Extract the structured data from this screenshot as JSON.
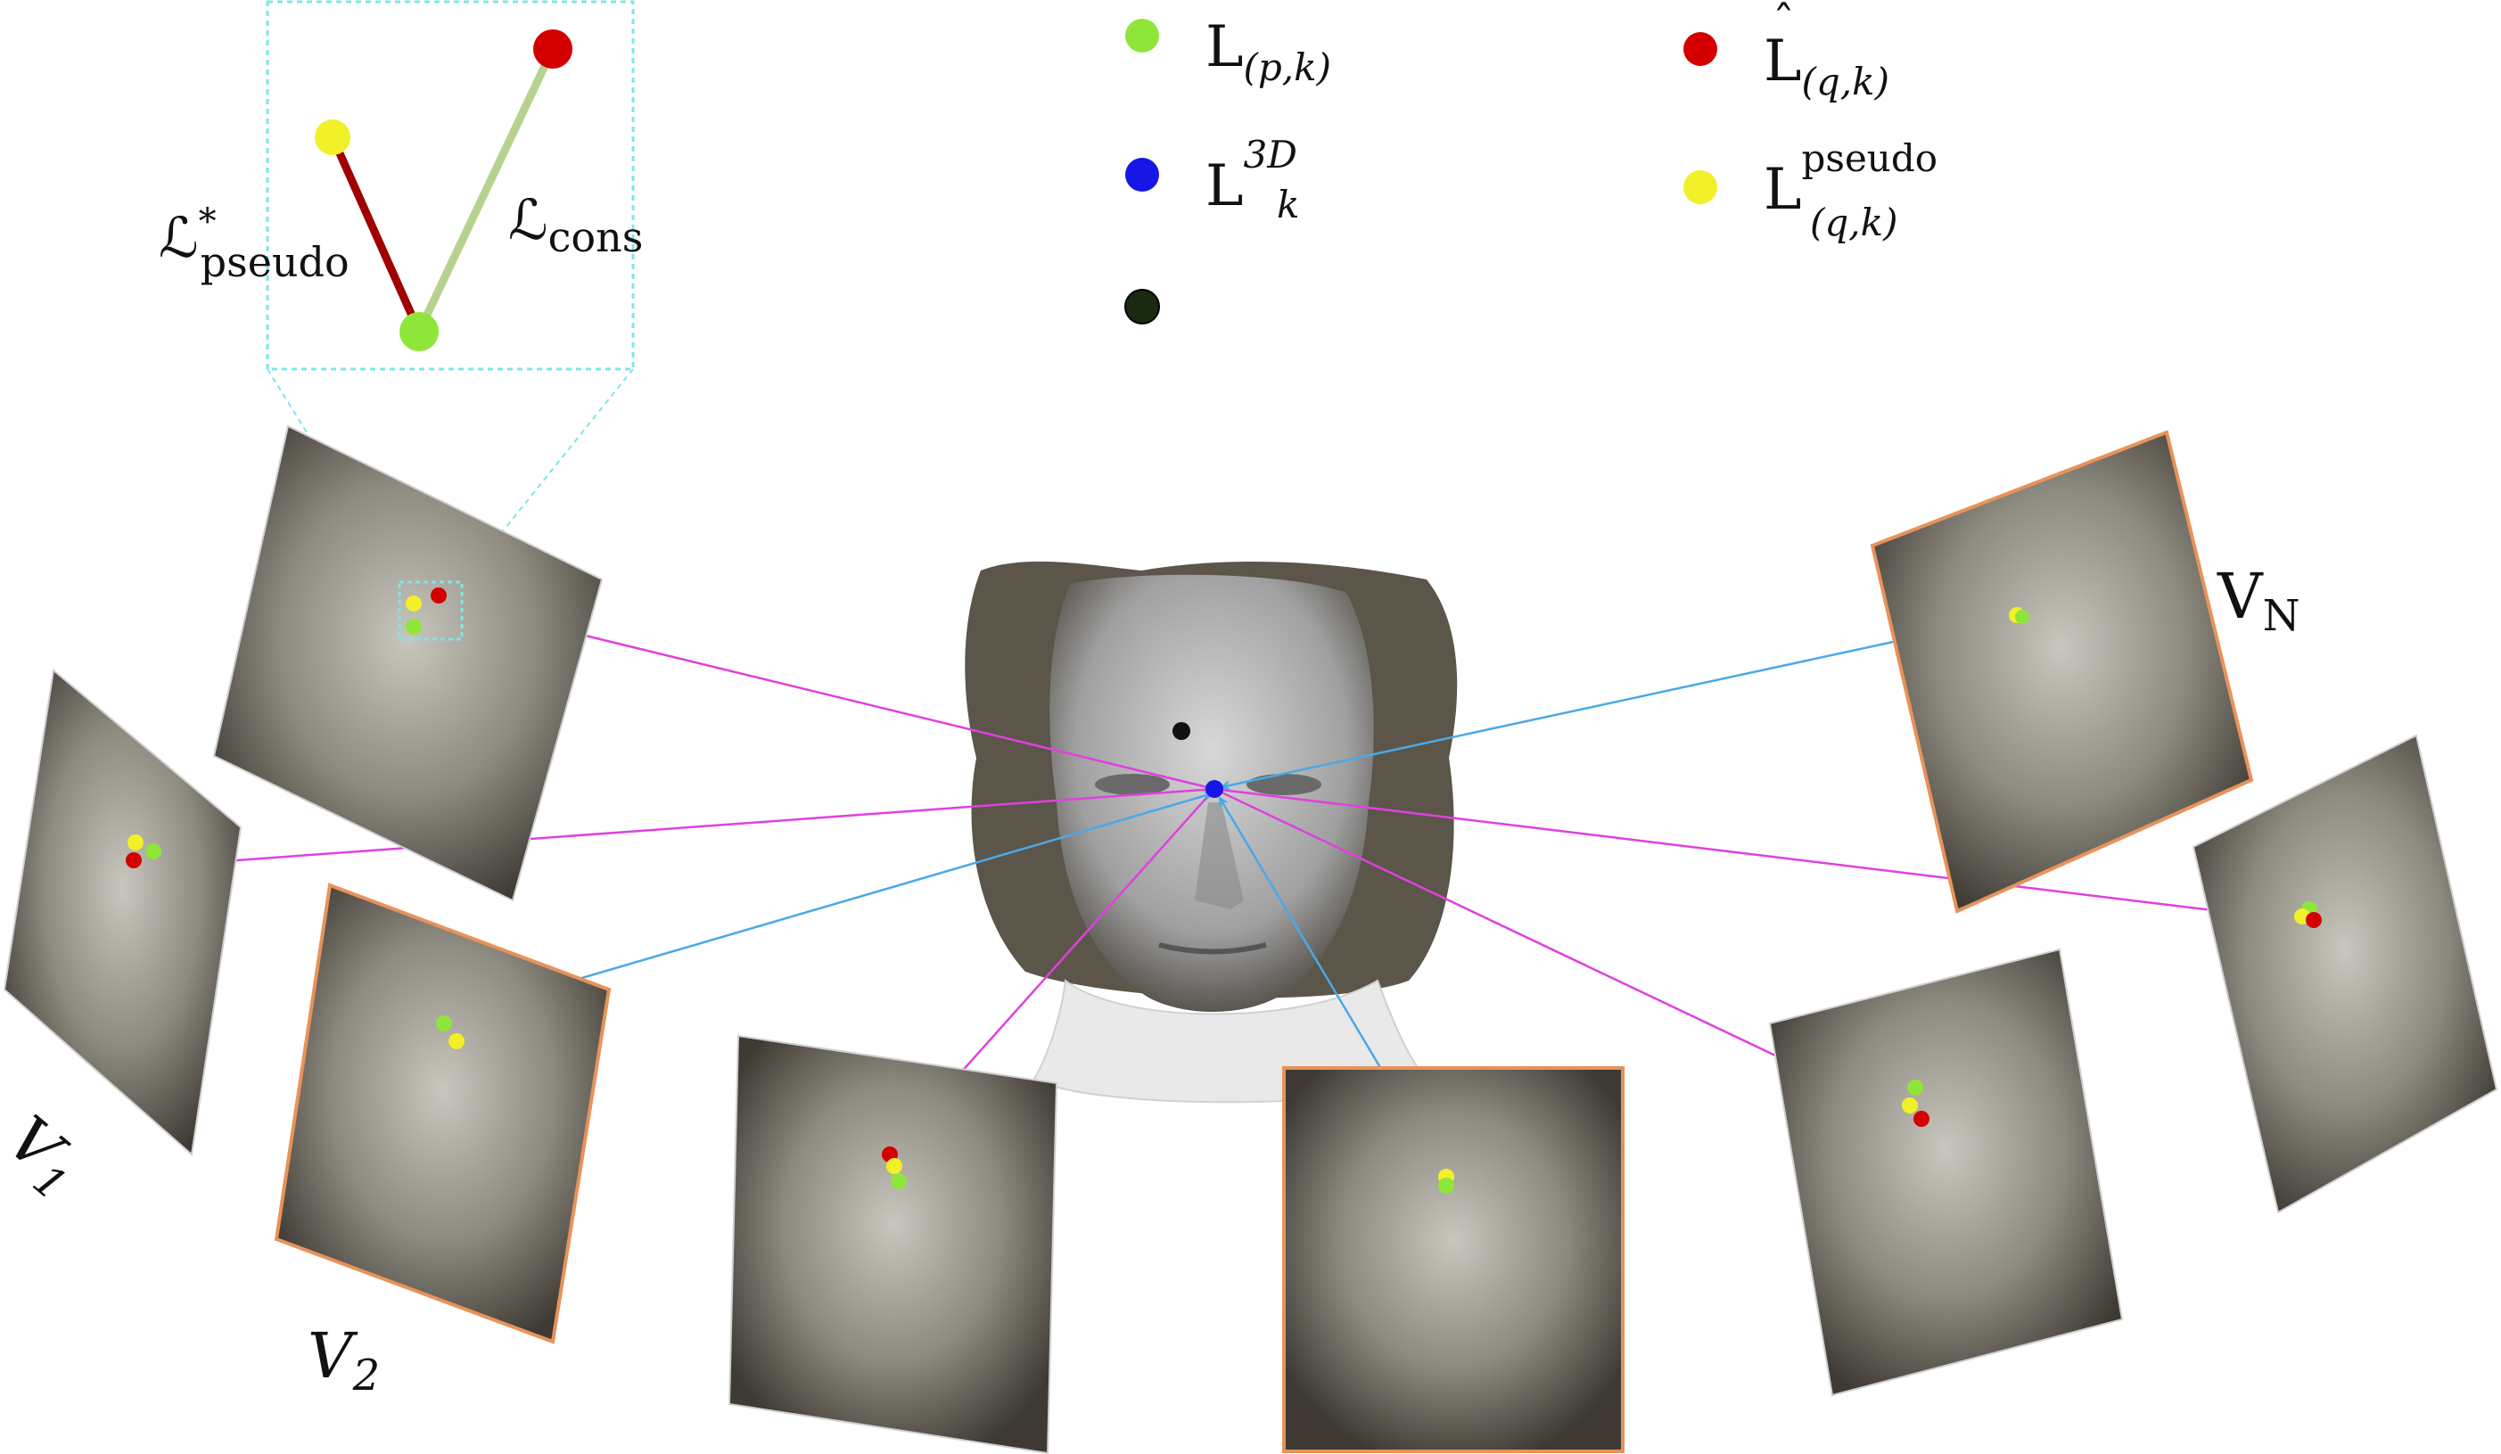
{
  "legend": {
    "items": [
      {
        "id": "lpk",
        "color": "#8ee63a",
        "text": "L",
        "sub": "(p,k)"
      },
      {
        "id": "lhat",
        "color": "#d40000",
        "text": "L",
        "sub": "(q,k)",
        "hat": true
      },
      {
        "id": "l3d",
        "color": "#1616e6",
        "text": "L",
        "sub": "k",
        "sup": "3D"
      },
      {
        "id": "lpseudo",
        "color": "#f2f028",
        "text": "L",
        "sub": "(q,k)",
        "sup": "pseudo"
      },
      {
        "id": "lunlabeled",
        "color": "#1a2a10",
        "text": ""
      }
    ]
  },
  "inset": {
    "loss_pseudo": {
      "text": "ℒ",
      "sup": "*",
      "sub": "pseudo"
    },
    "loss_cons": {
      "text": "ℒ",
      "sub": "cons"
    }
  },
  "view_labels": {
    "v1": {
      "text": "V",
      "sub": "1"
    },
    "v2": {
      "text": "V",
      "sub": "2"
    },
    "vn": {
      "text": "V",
      "sub": "N"
    }
  },
  "colors": {
    "green": "#8ee63a",
    "red": "#d40000",
    "yellow": "#f2f028",
    "blue": "#1616e6",
    "magenta": "#e040e0",
    "skyblue": "#4aa8e8",
    "cyan": "#7fe6e6",
    "frame": "#e8925a",
    "olive": "#b5d38f",
    "darkred": "#a00000"
  }
}
